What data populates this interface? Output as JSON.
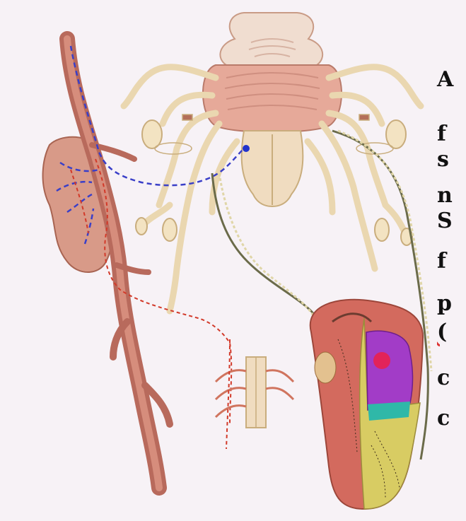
{
  "caption_fragments": [
    "A",
    "f",
    "s",
    "n",
    "S",
    "f",
    "p",
    "(",
    "c",
    "c"
  ],
  "colors": {
    "background": "#f7f2f6",
    "nerve": "#ead7b0",
    "nerve_outline": "#c9ad7d",
    "brainstem": "#e6a999",
    "vessel": "#b86a5c",
    "dashed_blue": "#3a3fc8",
    "dashed_red": "#d23a2a",
    "tongue": "#d36a5e",
    "tongue_yellow": "#d8cc63",
    "tongue_purple": "#a23cc7",
    "tongue_teal": "#2fb8a8"
  }
}
